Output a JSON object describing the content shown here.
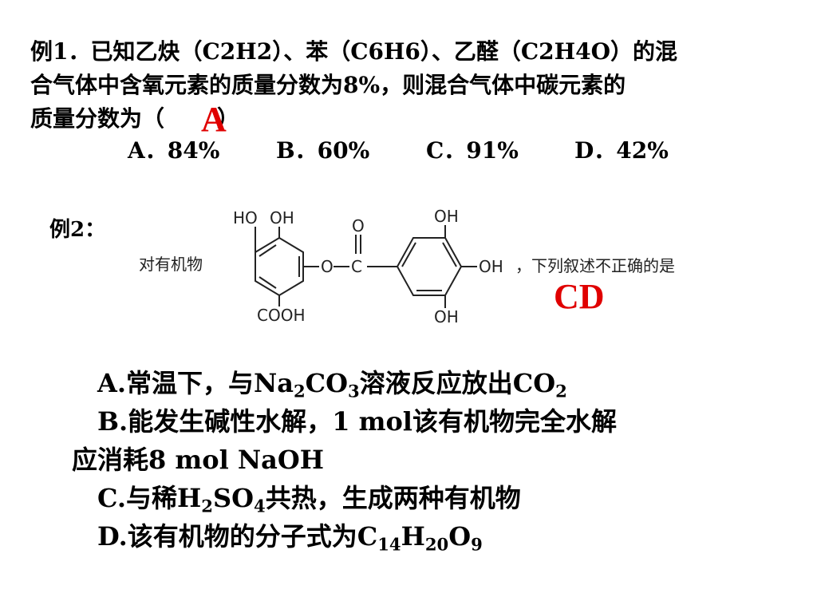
{
  "q1": {
    "line1": "例1．已知乙炔（C2H2）、苯（C6H6）、乙醛（C2H4O）的混",
    "line2": "合气体中含氧元素的质量分数为8%，则混合气体中碳元素的",
    "line3_start": "质量分数为（",
    "line3_end": "）",
    "answer": "A",
    "options": [
      {
        "letter": "A．",
        "value": "84%"
      },
      {
        "letter": "B．",
        "value": "60%"
      },
      {
        "letter": "C．",
        "value": "91%"
      },
      {
        "letter": "D．",
        "value": "42%"
      }
    ]
  },
  "q2": {
    "label": "例2：",
    "structure": {
      "prefix": "对有机物",
      "suffix": "，下列叙述不正确的是",
      "groups": {
        "ho": "HO",
        "oh_top_left": "OH",
        "o_carbonyl": "O",
        "oh_top_right": "OH",
        "o_ester": "O",
        "c_ester": "C",
        "oh_right": "OH",
        "cooh": "COOH",
        "oh_bottom": "OH"
      }
    },
    "answer": "CD",
    "options": {
      "a": {
        "prefix": "A.常温下，与Na",
        "s1": "2",
        "m1": "CO",
        "s2": "3",
        "m2": "溶液反应放出CO",
        "s3": "2"
      },
      "b_line1": "B.能发生碱性水解，1 mol该有机物完全水解",
      "b_line2": "应消耗8 mol NaOH",
      "c": {
        "prefix": "C.与稀H",
        "s1": "2",
        "m1": "SO",
        "s2": "4",
        "m2": "共热，生成两种有机物"
      },
      "d": {
        "prefix": "D.该有机物的分子式为C",
        "s1": "14",
        "m1": "H",
        "s2": "20",
        "m2": "O",
        "s3": "9"
      }
    }
  },
  "colors": {
    "answer_red": "#e00000",
    "text": "#000000"
  }
}
